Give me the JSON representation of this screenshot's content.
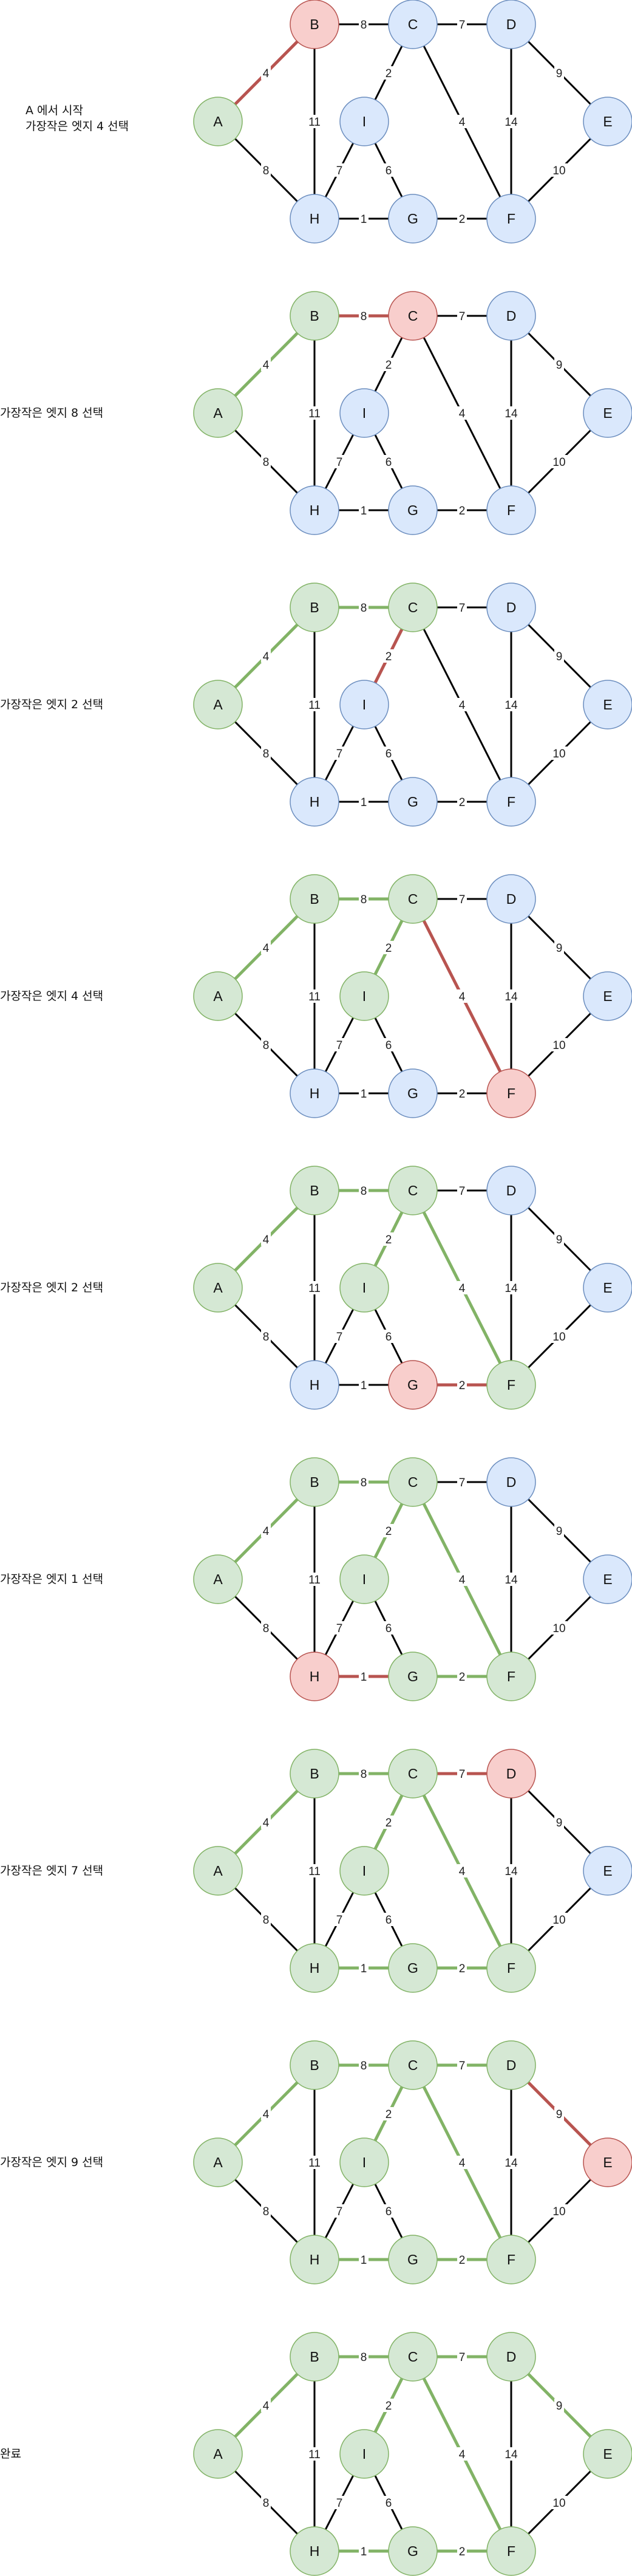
{
  "colors": {
    "edge_default": "#000000",
    "edge_selected": "#82b366",
    "edge_candidate": "#b85450",
    "node_default_fill": "#dae8fc",
    "node_default_stroke": "#6c8ebf",
    "node_selected_fill": "#d5e8d4",
    "node_selected_stroke": "#82b366",
    "node_candidate_fill": "#f8cecc",
    "node_candidate_stroke": "#b85450"
  },
  "graph": {
    "nodes": [
      "A",
      "B",
      "C",
      "D",
      "E",
      "F",
      "G",
      "H",
      "I"
    ],
    "edges": [
      {
        "id": "AB",
        "from": "A",
        "to": "B",
        "weight": "4"
      },
      {
        "id": "AH",
        "from": "A",
        "to": "H",
        "weight": "8"
      },
      {
        "id": "BC",
        "from": "B",
        "to": "C",
        "weight": "8"
      },
      {
        "id": "BH",
        "from": "B",
        "to": "H",
        "weight": "11"
      },
      {
        "id": "CD",
        "from": "C",
        "to": "D",
        "weight": "7"
      },
      {
        "id": "CI",
        "from": "C",
        "to": "I",
        "weight": "2"
      },
      {
        "id": "CF",
        "from": "C",
        "to": "F",
        "weight": "4"
      },
      {
        "id": "DE",
        "from": "D",
        "to": "E",
        "weight": "9"
      },
      {
        "id": "DF",
        "from": "D",
        "to": "F",
        "weight": "14"
      },
      {
        "id": "EF",
        "from": "E",
        "to": "F",
        "weight": "10"
      },
      {
        "id": "HI",
        "from": "H",
        "to": "I",
        "weight": "7"
      },
      {
        "id": "IG",
        "from": "I",
        "to": "G",
        "weight": "6"
      },
      {
        "id": "HG",
        "from": "H",
        "to": "G",
        "weight": "1"
      },
      {
        "id": "GF",
        "from": "G",
        "to": "F",
        "weight": "2"
      }
    ]
  },
  "steps": [
    {
      "caption": "A 에서 시작\n가장작은 엣지 4 선택",
      "selected_nodes": [
        "A"
      ],
      "candidate_nodes": [
        "B"
      ],
      "selected_edges": [],
      "candidate_edges": [
        "AB"
      ]
    },
    {
      "caption": "가장작은 엣지 8 선택",
      "selected_nodes": [
        "A",
        "B"
      ],
      "candidate_nodes": [
        "C"
      ],
      "selected_edges": [
        "AB"
      ],
      "candidate_edges": [
        "BC"
      ]
    },
    {
      "caption": "가장작은 엣지 2 선택",
      "selected_nodes": [
        "A",
        "B",
        "C"
      ],
      "candidate_nodes": [],
      "selected_edges": [
        "AB",
        "BC"
      ],
      "candidate_edges": [
        "CI"
      ]
    },
    {
      "caption": "가장작은 엣지 4 선택",
      "selected_nodes": [
        "A",
        "B",
        "C",
        "I"
      ],
      "candidate_nodes": [
        "F"
      ],
      "selected_edges": [
        "AB",
        "BC",
        "CI"
      ],
      "candidate_edges": [
        "CF"
      ]
    },
    {
      "caption": "가장작은 엣지 2 선택",
      "selected_nodes": [
        "A",
        "B",
        "C",
        "I",
        "F"
      ],
      "candidate_nodes": [
        "G"
      ],
      "selected_edges": [
        "AB",
        "BC",
        "CI",
        "CF"
      ],
      "candidate_edges": [
        "GF"
      ]
    },
    {
      "caption": "가장작은 엣지 1 선택",
      "selected_nodes": [
        "A",
        "B",
        "C",
        "I",
        "F",
        "G"
      ],
      "candidate_nodes": [
        "H"
      ],
      "selected_edges": [
        "AB",
        "BC",
        "CI",
        "CF",
        "GF"
      ],
      "candidate_edges": [
        "HG"
      ]
    },
    {
      "caption": "가장작은 엣지 7 선택",
      "selected_nodes": [
        "A",
        "B",
        "C",
        "I",
        "F",
        "G",
        "H"
      ],
      "candidate_nodes": [
        "D"
      ],
      "selected_edges": [
        "AB",
        "BC",
        "CI",
        "CF",
        "GF",
        "HG"
      ],
      "candidate_edges": [
        "CD"
      ]
    },
    {
      "caption": "가장작은 엣지 9 선택",
      "selected_nodes": [
        "A",
        "B",
        "C",
        "I",
        "F",
        "G",
        "H",
        "D"
      ],
      "candidate_nodes": [
        "E"
      ],
      "selected_edges": [
        "AB",
        "BC",
        "CI",
        "CF",
        "GF",
        "HG",
        "CD"
      ],
      "candidate_edges": [
        "DE"
      ]
    },
    {
      "caption": "완료",
      "selected_nodes": [
        "A",
        "B",
        "C",
        "I",
        "F",
        "G",
        "H",
        "D",
        "E"
      ],
      "candidate_nodes": [],
      "selected_edges": [
        "AB",
        "BC",
        "CI",
        "CF",
        "GF",
        "HG",
        "CD",
        "DE"
      ],
      "candidate_edges": []
    }
  ]
}
